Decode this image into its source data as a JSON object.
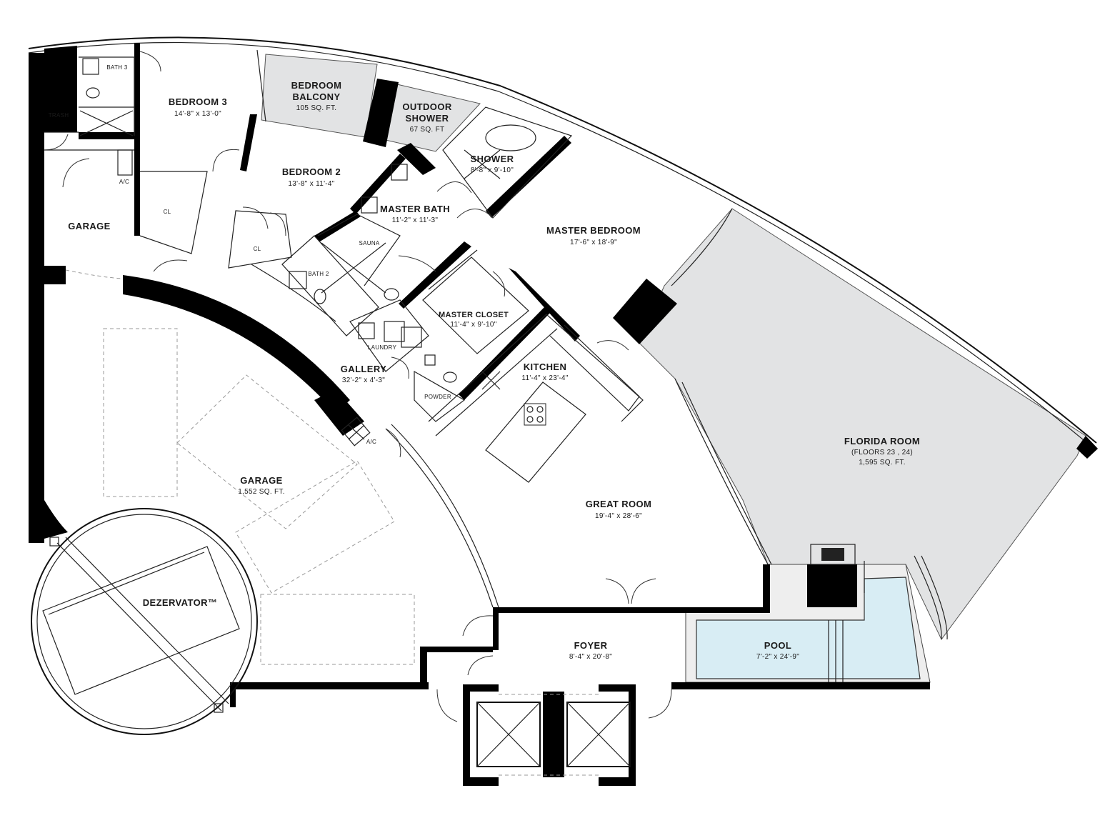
{
  "rooms": {
    "bath3": {
      "name": "BATH 3"
    },
    "trash": {
      "name": "TRASH"
    },
    "bedroom3": {
      "name": "BEDROOM 3",
      "dims": "14'-8\" x 13'-0\""
    },
    "bedroom_balcony": {
      "name_line1": "BEDROOM",
      "name_line2": "BALCONY",
      "dims": "105 SQ. FT."
    },
    "outdoor_shower": {
      "name_line1": "OUTDOOR",
      "name_line2": "SHOWER",
      "dims": "67 SQ. FT"
    },
    "shower": {
      "name": "SHOWER",
      "dims": "8'-8\" x 9'-10\""
    },
    "bedroom2": {
      "name": "BEDROOM 2",
      "dims": "13'-8\" x 11'-4\""
    },
    "ac_top": {
      "name": "A/C"
    },
    "cl_left": {
      "name": "CL"
    },
    "cl_right": {
      "name": "CL"
    },
    "garage_small": {
      "name": "GARAGE"
    },
    "master_bath": {
      "name": "MASTER BATH",
      "dims": "11'-2\" x 11'-3\""
    },
    "sauna": {
      "name": "SAUNA"
    },
    "bath2": {
      "name": "BATH 2"
    },
    "master_bedroom": {
      "name": "MASTER BEDROOM",
      "dims": "17'-6\" x 18'-9\""
    },
    "master_closet": {
      "name": "MASTER CLOSET",
      "dims": "11'-4\" x 9'-10\""
    },
    "laundry": {
      "name": "LAUNDRY"
    },
    "gallery": {
      "name": "GALLERY",
      "dims": "32'-2\" x 4'-3\""
    },
    "powder": {
      "name": "POWDER"
    },
    "kitchen": {
      "name": "KITCHEN",
      "dims": "11'-4\" x 23'-4\""
    },
    "ac_mid": {
      "name": "A/C"
    },
    "florida_room": {
      "name": "FLORIDA ROOM",
      "sub": "(FLOORS 23 , 24)",
      "dims": "1,595 SQ. FT."
    },
    "garage_large": {
      "name": "GARAGE",
      "dims": "1,552 SQ. FT."
    },
    "great_room": {
      "name": "GREAT ROOM",
      "dims": "19'-4\" x 28'-6\""
    },
    "dezervator": {
      "name": "DEZERVATOR™"
    },
    "foyer": {
      "name": "FOYER",
      "dims": "8'-4\" x 20'-8\""
    },
    "pool": {
      "name": "POOL",
      "dims": "7'-2\" x 24'-9\""
    }
  },
  "colors": {
    "wall": "#000000",
    "outdoor_fill": "#e2e3e4",
    "pool_fill": "#d8edf4",
    "background": "#ffffff"
  }
}
